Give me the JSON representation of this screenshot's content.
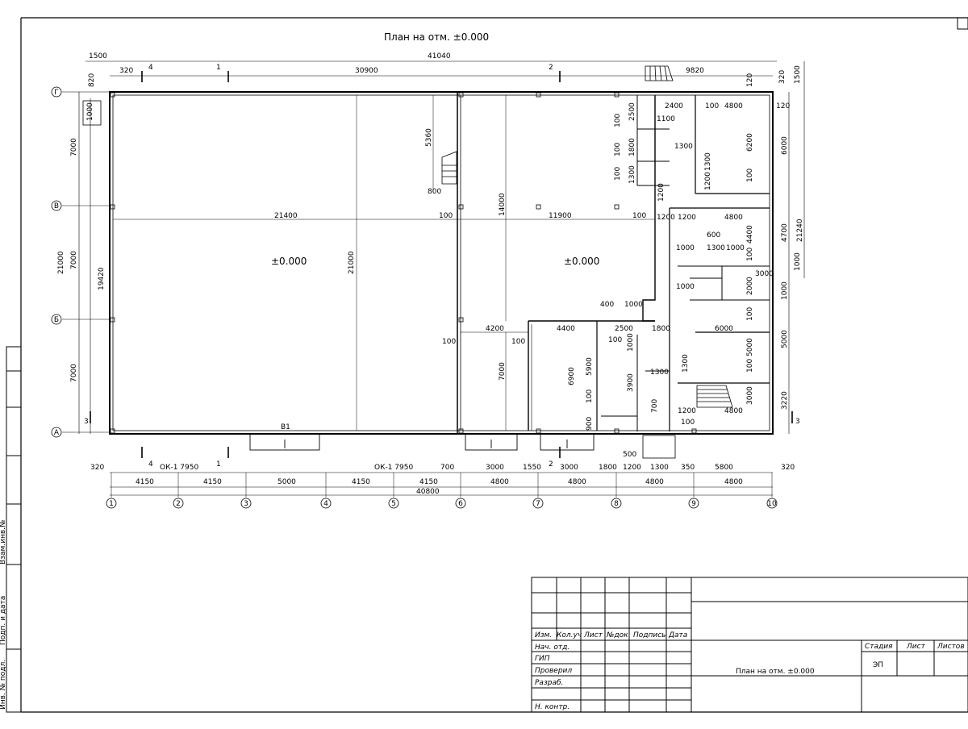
{
  "drawing": {
    "title": "План на отм. ±0.000",
    "floor_mark_left": "±0.000",
    "floor_mark_right": "±0.000",
    "gate_label": "В1"
  },
  "axes": {
    "numbers": [
      "1",
      "2",
      "3",
      "4",
      "5",
      "6",
      "7",
      "8",
      "9",
      "10"
    ],
    "letters": [
      "Г",
      "В",
      "Б",
      "А"
    ]
  },
  "sections": {
    "s1": "1",
    "s2": "2",
    "s3": "3",
    "s4": "4"
  },
  "dims": {
    "top_overall": "41040",
    "top_left_ext": "1500",
    "top_320": "320",
    "top_30900": "30900",
    "top_9820": "9820",
    "top_right_320": "320",
    "top_right_1500": "1500",
    "top_left_820": "820",
    "top_120a": "120",
    "top_120b": "120",
    "bottom_320_left": "320",
    "ok1_left": "ОК-1 7950",
    "ok1_right": "ОК-1 7950",
    "b_700": "700",
    "b_3000a": "3000",
    "b_1550": "1550",
    "b_3000b": "3000",
    "b_1800": "1800",
    "b_1200": "1200",
    "b_1300": "1300",
    "b_350": "350",
    "b_5800": "5800",
    "b_320_right": "320",
    "b_500": "500",
    "c_4150a": "4150",
    "c_4150b": "4150",
    "c_5000": "5000",
    "c_4150c": "4150",
    "c_4150d": "4150",
    "c_4800a": "4800",
    "c_4800b": "4800",
    "c_4800c": "4800",
    "c_4800d": "4800",
    "total_40800": "40800",
    "l_7000a": "7000",
    "l_7000b": "7000",
    "l_7000c": "7000",
    "l_21000": "21000",
    "l_19420": "19420",
    "l_1000": "1000",
    "r_6000a": "6000",
    "r_4700": "4700",
    "r_21240": "21240",
    "r_1000": "1000",
    "r_5000": "5000",
    "r_3220": "3220",
    "i_5360": "5360",
    "i_800": "800",
    "i_21400": "21400",
    "i_100a": "100",
    "i_14000": "14000",
    "i_11900": "11900",
    "i_100b": "100",
    "i_21000": "21000",
    "i_100c": "100",
    "i_4200": "4200",
    "i_100d": "100",
    "i_4400": "4400",
    "i_7000": "7000",
    "i_6900": "6900",
    "i_100e": "100",
    "i_5900": "5900",
    "i_900": "900",
    "i_400": "400",
    "i_1000a": "1000",
    "i_2500a": "2500",
    "i_100f": "100",
    "i_1000b": "1000",
    "i_1800": "1800",
    "i_6000b": "6000",
    "i_2400": "2400",
    "i_100g": "100",
    "i_4800a": "4800",
    "i_120": "120",
    "i_100h": "100",
    "i_2500b": "2500",
    "i_1100": "1100",
    "i_100i": "100",
    "i_1800b": "1800",
    "i_1300a": "1300",
    "i_6200": "6200",
    "i_100j": "100",
    "i_1300b": "1300",
    "i_1300c": "1300",
    "i_1200a": "1200",
    "i_100k": "100",
    "i_1200b": "1200",
    "i_1200c": "1200",
    "i_1200d": "1200",
    "i_4800b": "4800",
    "i_4400b": "4400",
    "i_600": "600",
    "i_1000c": "1000",
    "i_1300d": "1300",
    "i_1000d": "1000",
    "i_100l": "100",
    "i_3000": "3000",
    "i_1000e": "1000",
    "i_2000": "2000",
    "i_100m": "100",
    "i_5000": "5000",
    "i_100n": "100",
    "i_3900": "3900",
    "i_1300e": "1300",
    "i_1300f": "1300",
    "i_700": "700",
    "i_1200e": "1200",
    "i_100o": "100",
    "i_4800c": "4800",
    "i_3000b": "3000"
  },
  "title_block": {
    "col_izm": "Изм.",
    "col_kol": "Кол.уч",
    "col_list": "Лист",
    "col_ndok": "№док",
    "col_podp": "Подпись",
    "col_data": "Дата",
    "row_nach": "Нач. отд.",
    "row_gip": "ГИП",
    "row_prov": "Проверил",
    "row_razr": "Разраб.",
    "row_nkontr": "Н. контр.",
    "stadia_h": "Стадия",
    "list_h": "Лист",
    "listov_h": "Листов",
    "stadia_v": "ЭП",
    "sheet_name": "План на отм. ±0.000"
  },
  "side_stamp": {
    "vzam": "Взам.инв.№",
    "podp": "Подп. и дата",
    "inv": "Инв. № подл."
  }
}
